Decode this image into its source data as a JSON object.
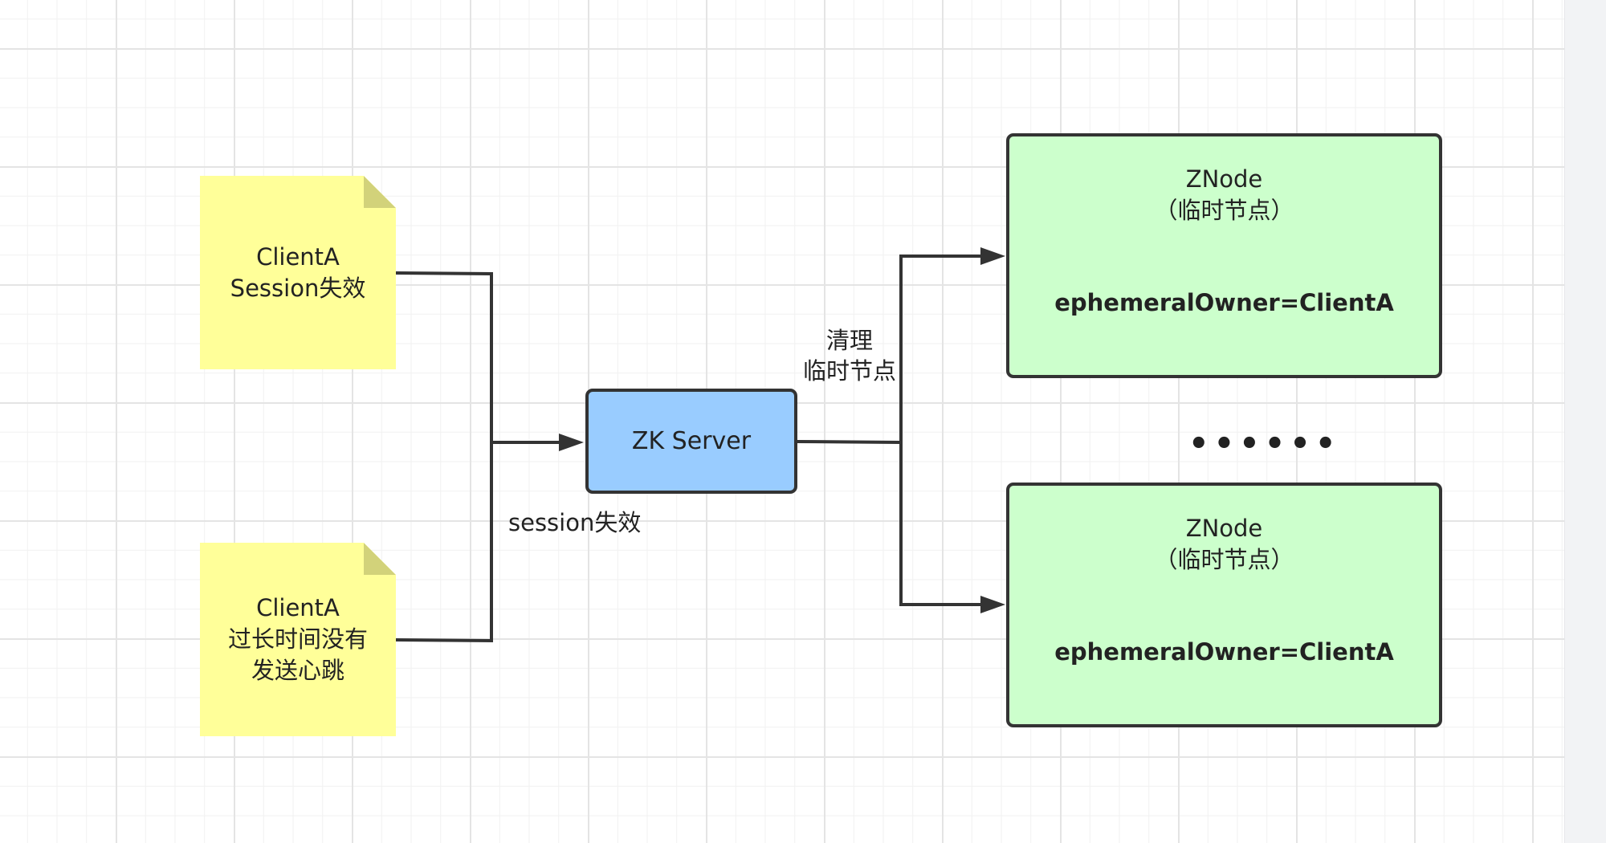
{
  "diagram": {
    "notes": [
      {
        "text": "ClientA\nSession失效"
      },
      {
        "text": "ClientA\n过长时间没有\n发送心跳"
      }
    ],
    "server": {
      "text": "ZK Server"
    },
    "znodes": [
      {
        "title": "ZNode\n（临时节点）",
        "owner": "ephemeralOwner=ClientA"
      },
      {
        "title": "ZNode\n（临时节点）",
        "owner": "ephemeralOwner=ClientA"
      }
    ],
    "edge_labels": {
      "session_expired": "session失效",
      "cleanup": "清理\n临时节点"
    },
    "ellipsis": "••••••"
  },
  "colors": {
    "note_fill": "#ffff99",
    "note_fold": "#d2d27a",
    "server_fill": "#99ccff",
    "znode_fill": "#ccffcc",
    "stroke": "#333333"
  }
}
